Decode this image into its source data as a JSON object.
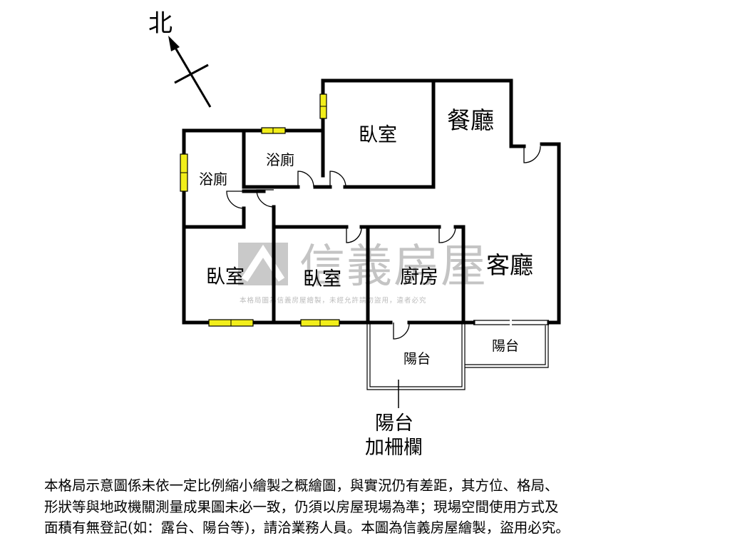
{
  "compass": {
    "label": "北"
  },
  "rooms": {
    "bedroom_top": "臥室",
    "dining": "餐廳",
    "bath_left": "浴廁",
    "bath_mid": "浴廁",
    "bedroom_left": "臥室",
    "bedroom_mid": "臥室",
    "kitchen": "廚房",
    "living": "客廳",
    "balcony_left": "陽台",
    "balcony_right": "陽台"
  },
  "callout": {
    "line1": "陽台",
    "line2": "加柵欄"
  },
  "watermark": {
    "brand": "信義房屋",
    "notice": "本格局圖為信義房屋繪製，未經允許請勿盜用，違者必究"
  },
  "disclaimer": {
    "line1": "本格局示意圖係未依一定比例縮小繪製之概繪圖，與實況仍有差距，其方位、格局、",
    "line2": "形狀等與地政機關測量成果圖未必一致，仍須以房屋現場為準；現場空間使用方式及",
    "line3": "面積有無登記(如：露台、陽台等)，請洽業務人員。本圖為信義房屋繪製，盜用必究。"
  },
  "colors": {
    "wall": "#000000",
    "window": "#f2ee1a",
    "watermark": "#c4c4c4"
  }
}
